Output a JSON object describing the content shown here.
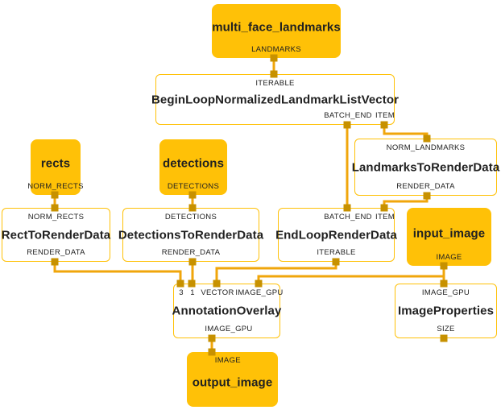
{
  "diagram": {
    "colors": {
      "node_fill": "#FFC107",
      "edge": "#F0A60B",
      "port": "#C79100",
      "text": "#212121",
      "white_node_border": "#FFC107",
      "background": "#FFFFFF"
    },
    "nodes": {
      "multi_face_landmarks": {
        "title": "multi_face_landmarks",
        "out_landmarks": "LANDMARKS"
      },
      "begin_loop": {
        "title": "BeginLoopNormalizedLandmarkListVector",
        "in_iterable": "ITERABLE",
        "out_batch_end": "BATCH_END",
        "out_item": "ITEM"
      },
      "rects": {
        "title": "rects",
        "out_norm_rects": "NORM_RECTS"
      },
      "detections": {
        "title": "detections",
        "out_detections": "DETECTIONS"
      },
      "landmarks_to_render_data": {
        "title": "LandmarksToRenderData",
        "in_norm_landmarks": "NORM_LANDMARKS",
        "out_render_data": "RENDER_DATA"
      },
      "rect_to_render_data": {
        "title": "RectToRenderData",
        "in_norm_rects": "NORM_RECTS",
        "out_render_data": "RENDER_DATA"
      },
      "detections_to_render_data": {
        "title": "DetectionsToRenderData",
        "in_detections": "DETECTIONS",
        "out_render_data": "RENDER_DATA"
      },
      "end_loop_render_data": {
        "title": "EndLoopRenderData",
        "in_batch_end": "BATCH_END",
        "in_item": "ITEM",
        "out_iterable": "ITERABLE"
      },
      "input_image": {
        "title": "input_image",
        "out_image": "IMAGE"
      },
      "annotation_overlay": {
        "title": "AnnotationOverlay",
        "in_3": "3",
        "in_1": "1",
        "in_vector": "VECTOR",
        "in_image_gpu": "IMAGE_GPU",
        "out_image_gpu": "IMAGE_GPU"
      },
      "image_properties": {
        "title": "ImageProperties",
        "in_image_gpu": "IMAGE_GPU",
        "out_size": "SIZE"
      },
      "output_image": {
        "title": "output_image",
        "in_image": "IMAGE"
      }
    },
    "edges": [
      {
        "from": "multi_face_landmarks.LANDMARKS",
        "to": "BeginLoopNormalizedLandmarkListVector.ITERABLE"
      },
      {
        "from": "BeginLoopNormalizedLandmarkListVector.BATCH_END",
        "to": "EndLoopRenderData.BATCH_END"
      },
      {
        "from": "BeginLoopNormalizedLandmarkListVector.ITEM",
        "to": "LandmarksToRenderData.NORM_LANDMARKS"
      },
      {
        "from": "LandmarksToRenderData.RENDER_DATA",
        "to": "EndLoopRenderData.ITEM"
      },
      {
        "from": "rects.NORM_RECTS",
        "to": "RectToRenderData.NORM_RECTS"
      },
      {
        "from": "detections.DETECTIONS",
        "to": "DetectionsToRenderData.DETECTIONS"
      },
      {
        "from": "RectToRenderData.RENDER_DATA",
        "to": "AnnotationOverlay.3"
      },
      {
        "from": "DetectionsToRenderData.RENDER_DATA",
        "to": "AnnotationOverlay.1"
      },
      {
        "from": "EndLoopRenderData.ITERABLE",
        "to": "AnnotationOverlay.VECTOR"
      },
      {
        "from": "input_image.IMAGE",
        "to": "AnnotationOverlay.IMAGE_GPU"
      },
      {
        "from": "input_image.IMAGE",
        "to": "ImageProperties.IMAGE_GPU"
      },
      {
        "from": "AnnotationOverlay.IMAGE_GPU",
        "to": "output_image.IMAGE"
      }
    ]
  }
}
